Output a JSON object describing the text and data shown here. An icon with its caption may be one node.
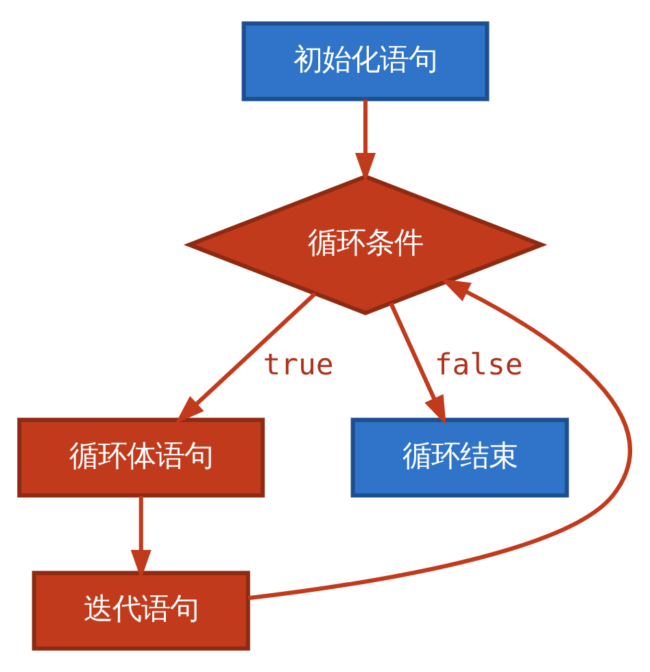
{
  "diagram": {
    "nodes": [
      {
        "text": [
          "初始化语句"
        ]
      },
      {
        "text": [
          "循环条件"
        ]
      },
      {
        "text": [
          "循环体语句"
        ]
      },
      {
        "text": [
          "迭代语句"
        ]
      },
      {
        "text": [
          "循环结束"
        ]
      }
    ],
    "edges": [
      {
        "from": 0,
        "to": 1,
        "arrow": "to"
      },
      {
        "from": 1,
        "to": 2,
        "arrow": "to",
        "label": "true"
      },
      {
        "from": 2,
        "to": 3,
        "arrow": "to"
      },
      {
        "from": 3,
        "to": 1,
        "arrow": "to"
      },
      {
        "from": 1,
        "to": 4,
        "arrow": "to",
        "label": "false"
      }
    ]
  }
}
